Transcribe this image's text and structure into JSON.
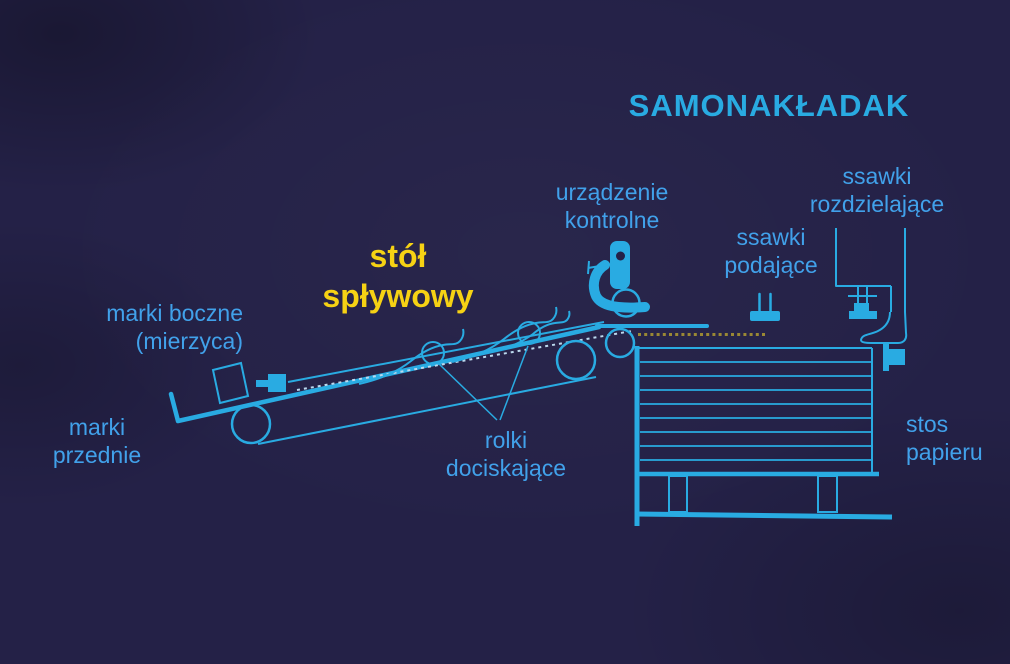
{
  "colors": {
    "background": "#242147",
    "diagram": "#29abe2",
    "label_text": "#41a1ea",
    "accent_yellow": "#f6d214",
    "dotted_line_gold": "#9a8834",
    "sheet_dash": "#bcd9ee"
  },
  "title": {
    "text": "SAMONAKŁADAK"
  },
  "labels": {
    "control_device": {
      "line1": "urządzenie",
      "line2": "kontrolne"
    },
    "separating_suckers": {
      "line1": "ssawki",
      "line2": "rozdzielające"
    },
    "feeding_suckers": {
      "line1": "ssawki",
      "line2": "podające"
    },
    "flow_table": {
      "line1": "stół",
      "line2": "spływowy"
    },
    "side_marks": {
      "line1": "marki boczne",
      "line2": "(mierzyca)"
    },
    "front_marks": {
      "line1": "marki",
      "line2": "przednie"
    },
    "pressure_rollers": {
      "line1": "rolki",
      "line2": "dociskające"
    },
    "paper_stack": {
      "line1": "stos",
      "line2": "papieru"
    }
  }
}
